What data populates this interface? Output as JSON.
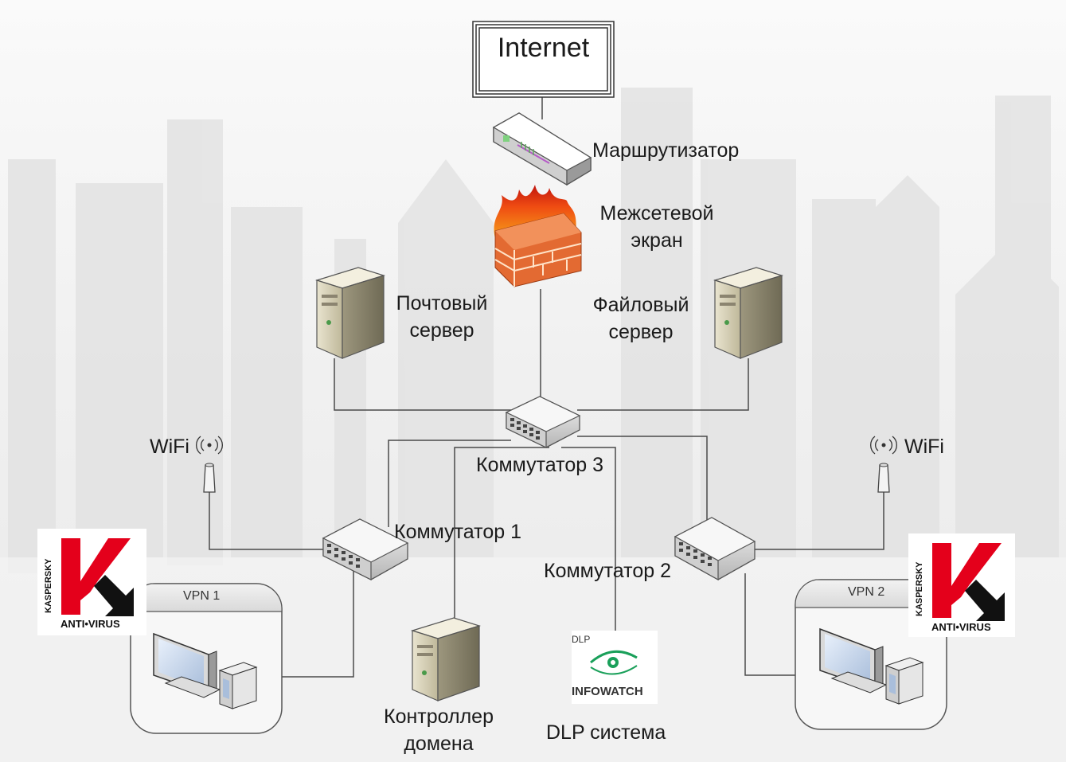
{
  "nodes": {
    "internet": "Internet",
    "router": "Маршрутизатор",
    "firewall": [
      "Межсетевой",
      "экран"
    ],
    "mail_server": [
      "Почтовый",
      "сервер"
    ],
    "file_server": [
      "Файловый",
      "сервер"
    ],
    "switch_3": "Коммутатор 3",
    "switch_1": "Коммутатор 1",
    "switch_2": "Коммутатор 2",
    "wifi_left": "WiFi",
    "wifi_right": "WiFi",
    "vpn_1": "VPN 1",
    "vpn_2": "VPN 2",
    "domain_controller": [
      "Контроллер",
      "домена"
    ],
    "dlp_system": "DLP система"
  },
  "logos": {
    "kaspersky_brand": "KASPERSKY",
    "kaspersky_product": "ANTI•VIRUS",
    "infowatch_top": "DLP",
    "infowatch_brand": "INFOWATCH"
  },
  "colors": {
    "kaspersky_red": "#e4001b",
    "infowatch_green": "#1aa05a",
    "fire_orange": "#f06a12",
    "brick": "#e2692f"
  }
}
